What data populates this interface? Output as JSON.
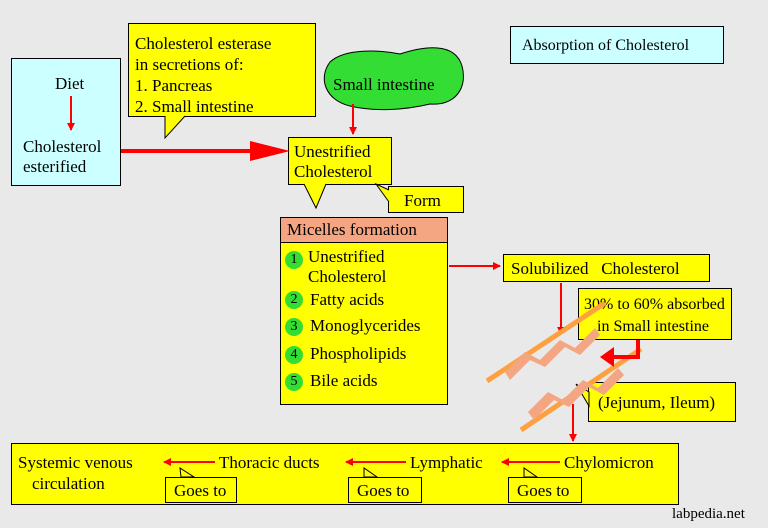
{
  "title": "Absorption of Cholesterol",
  "diet": {
    "label": "Diet",
    "line1": "Cholesterol",
    "line2": "esterified"
  },
  "esterase": {
    "line1": "Cholesterol esterase",
    "line2": "in secretions of:",
    "line3": "1. Pancreas",
    "line4": "2. Small intestine"
  },
  "small_intestine": "Small intestine",
  "unestrified": {
    "line1": "Unestrified",
    "line2": "Cholesterol"
  },
  "form": "Form",
  "micelles": {
    "header": "Micelles formation",
    "items": [
      {
        "num": "1",
        "line1": "Unestrified",
        "line2": "Cholesterol"
      },
      {
        "num": "2",
        "line1": "Fatty acids"
      },
      {
        "num": "3",
        "line1": "Monoglycerides"
      },
      {
        "num": "4",
        "line1": "Phospholipids"
      },
      {
        "num": "5",
        "line1": "Bile acids"
      }
    ]
  },
  "solubilized": "Solubilized   Cholesterol",
  "absorbed": {
    "line1": "30% to 60% absorbed",
    "line2": "in Small intestine"
  },
  "jejunum": "(Jejunum, Ileum)",
  "bottom": {
    "systemic_line1": "Systemic venous",
    "systemic_line2": "circulation",
    "thoracic": "Thoracic ducts",
    "lymphatic": "Lymphatic",
    "chylomicron": "Chylomicron",
    "goes_to": "Goes to"
  },
  "watermark": "labpedia.net",
  "colors": {
    "yellow": "#ffff00",
    "cyan": "#ccffff",
    "green": "#33dd33",
    "salmon": "#f4a582",
    "arrow": "#ff0000",
    "orange": "#ffa040"
  }
}
